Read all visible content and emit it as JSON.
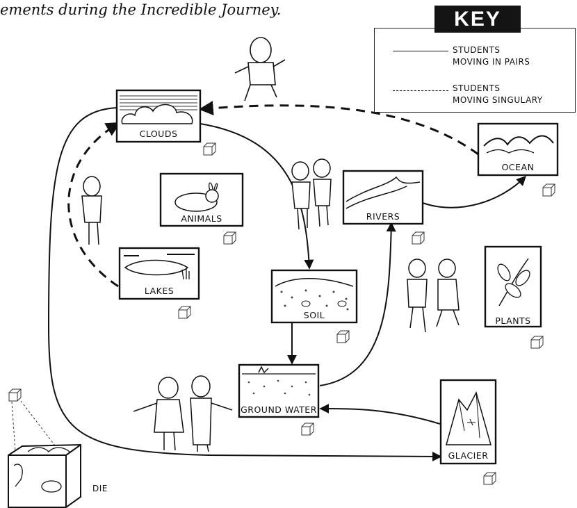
{
  "caption": "ements during the Incredible Journey.",
  "key": {
    "title": "KEY",
    "solid_label_line1": "STUDENTS",
    "solid_label_line2": "MOVING IN PAIRS",
    "dashed_label_line1": "STUDENTS",
    "dashed_label_line2": "MOVING SINGULARY"
  },
  "stations": {
    "clouds": "CLOUDS",
    "animals": "ANIMALS",
    "lakes": "LAKES",
    "soil": "SOIL",
    "ground_water": "GROUND WATER",
    "rivers": "RIVERS",
    "ocean": "OCEAN",
    "plants": "PLANTS",
    "glacier": "GLACIER"
  },
  "die_label": "DIE"
}
